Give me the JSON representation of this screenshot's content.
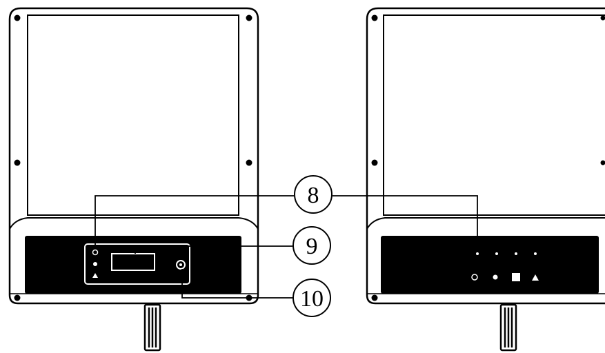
{
  "colors": {
    "background": "#ffffff",
    "line": "#000000",
    "panel": "#000000",
    "indicator": "#ffffff"
  },
  "callouts": [
    {
      "label": "8",
      "target": "indicator-leds"
    },
    {
      "label": "9",
      "target": "lcd-display"
    },
    {
      "label": "10",
      "target": "control-button"
    }
  ],
  "devices": [
    {
      "variant": "with-lcd-display",
      "indicator_icons": [
        "power-icon",
        "grid-icon",
        "warning-icon"
      ]
    },
    {
      "variant": "led-only",
      "indicator_icons": [
        "power-icon",
        "grid-icon",
        "communication-icon",
        "warning-icon"
      ]
    }
  ]
}
